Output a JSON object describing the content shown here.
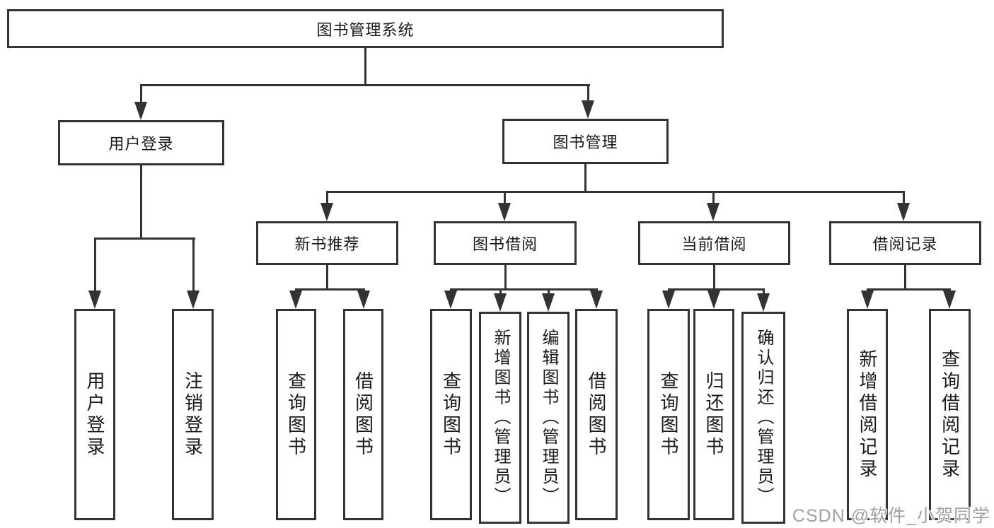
{
  "watermark": "CSDN @软件_小贺同学",
  "colors": {
    "line": "#333333",
    "text": "#1a1a1a",
    "background": "#ffffff",
    "watermark": "#a0a0a0"
  },
  "tree": {
    "root": {
      "label": "图书管理系统"
    },
    "branches": [
      {
        "label": "用户登录",
        "children": [
          {
            "label": "用户登录"
          },
          {
            "label": "注销登录"
          }
        ]
      },
      {
        "label": "图书管理",
        "children": [
          {
            "label": "新书推荐",
            "children": [
              {
                "label": "查询图书"
              },
              {
                "label": "借阅图书"
              }
            ]
          },
          {
            "label": "图书借阅",
            "children": [
              {
                "label": "查询图书"
              },
              {
                "label": "新增图书（管理员）"
              },
              {
                "label": "编辑图书（管理员）"
              },
              {
                "label": "借阅图书"
              }
            ]
          },
          {
            "label": "当前借阅",
            "children": [
              {
                "label": "查询图书"
              },
              {
                "label": "归还图书"
              },
              {
                "label": "确认归还（管理员）"
              }
            ]
          },
          {
            "label": "借阅记录",
            "children": [
              {
                "label": "新增借阅记录"
              },
              {
                "label": "查询借阅记录"
              }
            ]
          }
        ]
      }
    ]
  }
}
